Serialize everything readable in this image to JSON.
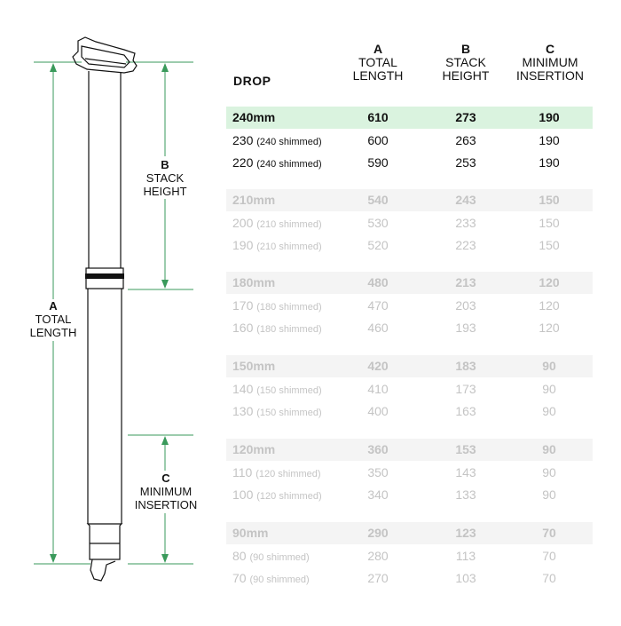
{
  "diagram": {
    "label_a": {
      "letter": "A",
      "line1": "TOTAL",
      "line2": "LENGTH"
    },
    "label_b": {
      "letter": "B",
      "line1": "STACK",
      "line2": "HEIGHT"
    },
    "label_c": {
      "letter": "C",
      "line1": "MINIMUM",
      "line2": "INSERTION"
    },
    "accent_color": "#3a9a5b"
  },
  "table": {
    "headers": {
      "drop": "DROP",
      "a": {
        "letter": "A",
        "line1": "TOTAL",
        "line2": "LENGTH"
      },
      "b": {
        "letter": "B",
        "line1": "STACK",
        "line2": "HEIGHT"
      },
      "c": {
        "letter": "C",
        "line1": "MINIMUM",
        "line2": "INSERTION"
      }
    },
    "highlight_color": "#daf3df",
    "groups": [
      {
        "state": "active",
        "rows": [
          {
            "drop": "240mm",
            "shim": "",
            "a": "610",
            "b": "273",
            "c": "190"
          },
          {
            "drop": "230 ",
            "shim": "(240 shimmed)",
            "a": "600",
            "b": "263",
            "c": "190"
          },
          {
            "drop": "220 ",
            "shim": "(240 shimmed)",
            "a": "590",
            "b": "253",
            "c": "190"
          }
        ]
      },
      {
        "state": "faded",
        "rows": [
          {
            "drop": "210mm",
            "shim": "",
            "a": "540",
            "b": "243",
            "c": "150"
          },
          {
            "drop": "200 ",
            "shim": "(210 shimmed)",
            "a": "530",
            "b": "233",
            "c": "150"
          },
          {
            "drop": "190 ",
            "shim": "(210 shimmed)",
            "a": "520",
            "b": "223",
            "c": "150"
          }
        ]
      },
      {
        "state": "faded",
        "rows": [
          {
            "drop": "180mm",
            "shim": "",
            "a": "480",
            "b": "213",
            "c": "120"
          },
          {
            "drop": "170 ",
            "shim": "(180 shimmed)",
            "a": "470",
            "b": "203",
            "c": "120"
          },
          {
            "drop": "160 ",
            "shim": "(180 shimmed)",
            "a": "460",
            "b": "193",
            "c": "120"
          }
        ]
      },
      {
        "state": "faded",
        "rows": [
          {
            "drop": "150mm",
            "shim": "",
            "a": "420",
            "b": "183",
            "c": "90"
          },
          {
            "drop": "140 ",
            "shim": "(150 shimmed)",
            "a": "410",
            "b": "173",
            "c": "90"
          },
          {
            "drop": "130 ",
            "shim": "(150 shimmed)",
            "a": "400",
            "b": "163",
            "c": "90"
          }
        ]
      },
      {
        "state": "faded",
        "rows": [
          {
            "drop": "120mm",
            "shim": "",
            "a": "360",
            "b": "153",
            "c": "90"
          },
          {
            "drop": "110 ",
            "shim": "(120 shimmed)",
            "a": "350",
            "b": "143",
            "c": "90"
          },
          {
            "drop": "100 ",
            "shim": "(120 shimmed)",
            "a": "340",
            "b": "133",
            "c": "90"
          }
        ]
      },
      {
        "state": "faded",
        "rows": [
          {
            "drop": "90mm",
            "shim": "",
            "a": "290",
            "b": "123",
            "c": "70"
          },
          {
            "drop": "80 ",
            "shim": "(90 shimmed)",
            "a": "280",
            "b": "113",
            "c": "70"
          },
          {
            "drop": "70 ",
            "shim": "(90 shimmed)",
            "a": "270",
            "b": "103",
            "c": "70"
          }
        ]
      }
    ]
  }
}
